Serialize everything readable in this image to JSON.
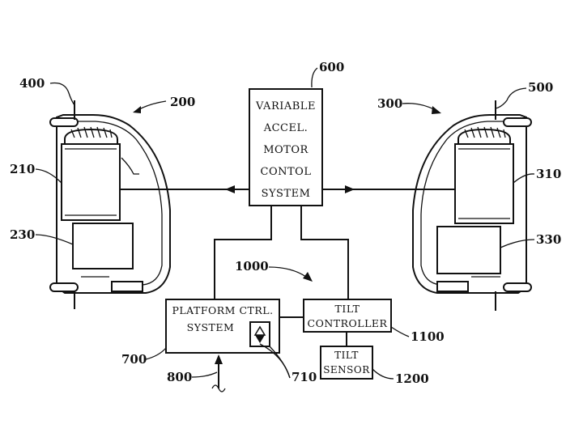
{
  "labels": {
    "l200": "200",
    "l210": "210",
    "l230": "230",
    "l300": "300",
    "l310": "310",
    "l330": "330",
    "l400": "400",
    "l500": "500",
    "l600": "600",
    "l700": "700",
    "l710": "710",
    "l800": "800",
    "l1000": "1000",
    "l1100": "1100",
    "l1200": "1200"
  },
  "boxes": {
    "motor_control": [
      "VARIABLE",
      "ACCEL.",
      "MOTOR",
      "CONTOL",
      "SYSTEM"
    ],
    "platform_ctrl": [
      "PLATFORM CTRL.",
      "SYSTEM"
    ],
    "tilt_controller": [
      "TILT",
      "CONTROLLER"
    ],
    "tilt_sensor": [
      "TILT",
      "SENSOR"
    ]
  }
}
